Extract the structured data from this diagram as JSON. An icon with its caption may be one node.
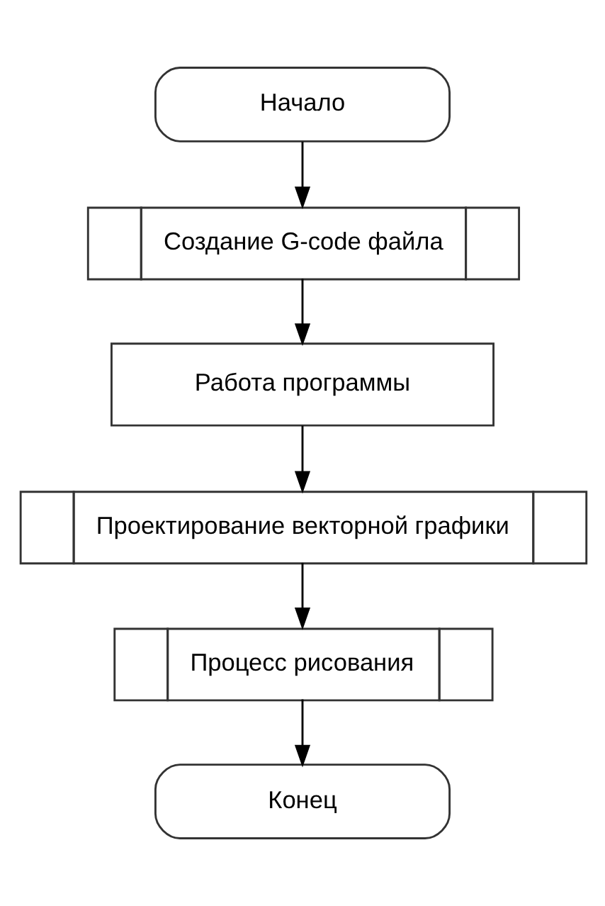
{
  "diagram": {
    "nodes": [
      {
        "text": [
          "Начало"
        ]
      },
      {
        "text": [
          "Создание G-code файла"
        ]
      },
      {
        "text": [
          "Работа программы"
        ]
      },
      {
        "text": [
          "Проектирование векторной графики"
        ]
      },
      {
        "text": [
          "Процесс рисования"
        ]
      },
      {
        "text": [
          "Конец"
        ]
      }
    ],
    "edges": [
      {
        "from": 0,
        "to": 1,
        "arrow": "to"
      },
      {
        "from": 1,
        "to": 2,
        "arrow": "to"
      },
      {
        "from": 2,
        "to": 3,
        "arrow": "to"
      },
      {
        "from": 3,
        "to": 4,
        "arrow": "to"
      },
      {
        "from": 4,
        "to": 5,
        "arrow": "to"
      }
    ]
  }
}
